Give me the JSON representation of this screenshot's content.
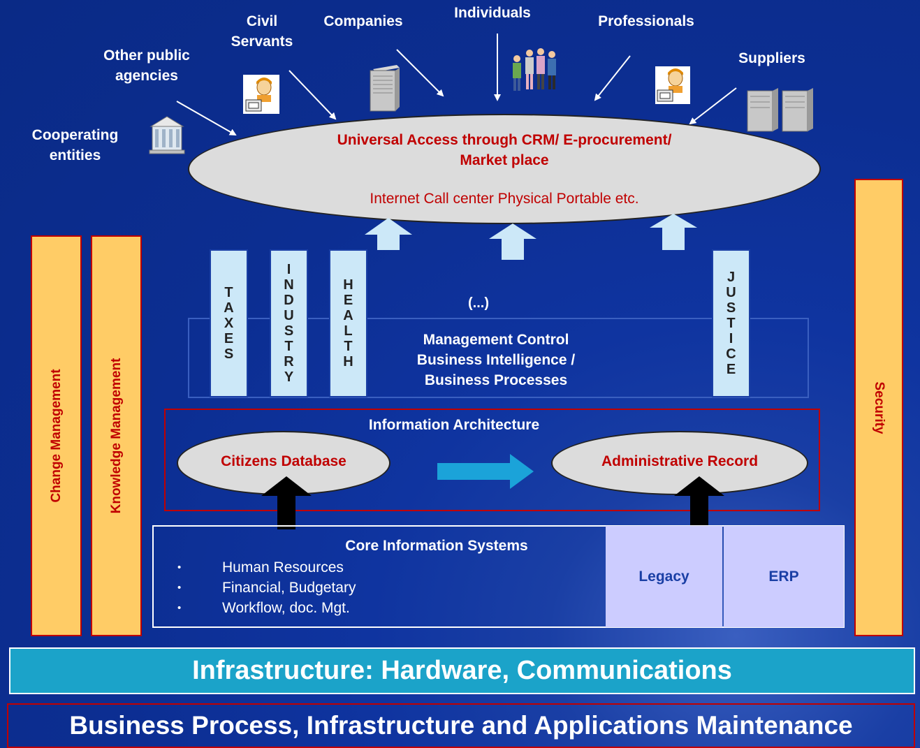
{
  "stakeholders": {
    "individuals": "Individuals",
    "civil_servants_1": "Civil",
    "civil_servants_2": "Servants",
    "companies": "Companies",
    "professionals": "Professionals",
    "other_public_1": "Other public",
    "other_public_2": "agencies",
    "suppliers": "Suppliers",
    "cooperating_1": "Cooperating",
    "cooperating_2": "entities"
  },
  "access": {
    "title_line1": "Universal Access through CRM/ E-procurement/",
    "title_line2": "Market place",
    "channels": "Internet  Call center Physical Portable etc."
  },
  "domains": {
    "taxes": [
      "T",
      "A",
      "X",
      "E",
      "S"
    ],
    "industry": [
      "I",
      "N",
      "D",
      "U",
      "S",
      "T",
      "R",
      "Y"
    ],
    "health": [
      "H",
      "E",
      "A",
      "L",
      "T",
      "H"
    ],
    "justice": [
      "J",
      "U",
      "S",
      "T",
      "I",
      "C",
      "E"
    ],
    "ellipsis": "(...)"
  },
  "management": {
    "line1": "Management Control",
    "line2": "Business Intelligence /",
    "line3": "Business Processes"
  },
  "information_architecture": {
    "title": "Information Architecture",
    "citizens_db": "Citizens Database",
    "admin_record": "Administrative Record"
  },
  "core": {
    "title": "Core Information Systems",
    "items": [
      "Human Resources",
      "Financial, Budgetary",
      "Workflow, doc. Mgt."
    ],
    "legacy": "Legacy",
    "erp": "ERP"
  },
  "side": {
    "change": "Change Management",
    "knowledge": "Knowledge Management",
    "security": "Security"
  },
  "infrastructure": "Infrastructure:  Hardware, Communications",
  "maintenance": "Business Process, Infrastructure  and Applications Maintenance",
  "colors": {
    "background": "#0c2e92",
    "accent_red": "#c00000",
    "side_bar": "#ffcc66",
    "infra_bar": "#1ba3c9",
    "domain_box": "#cce8f8",
    "legacy_box": "#ccccff"
  }
}
